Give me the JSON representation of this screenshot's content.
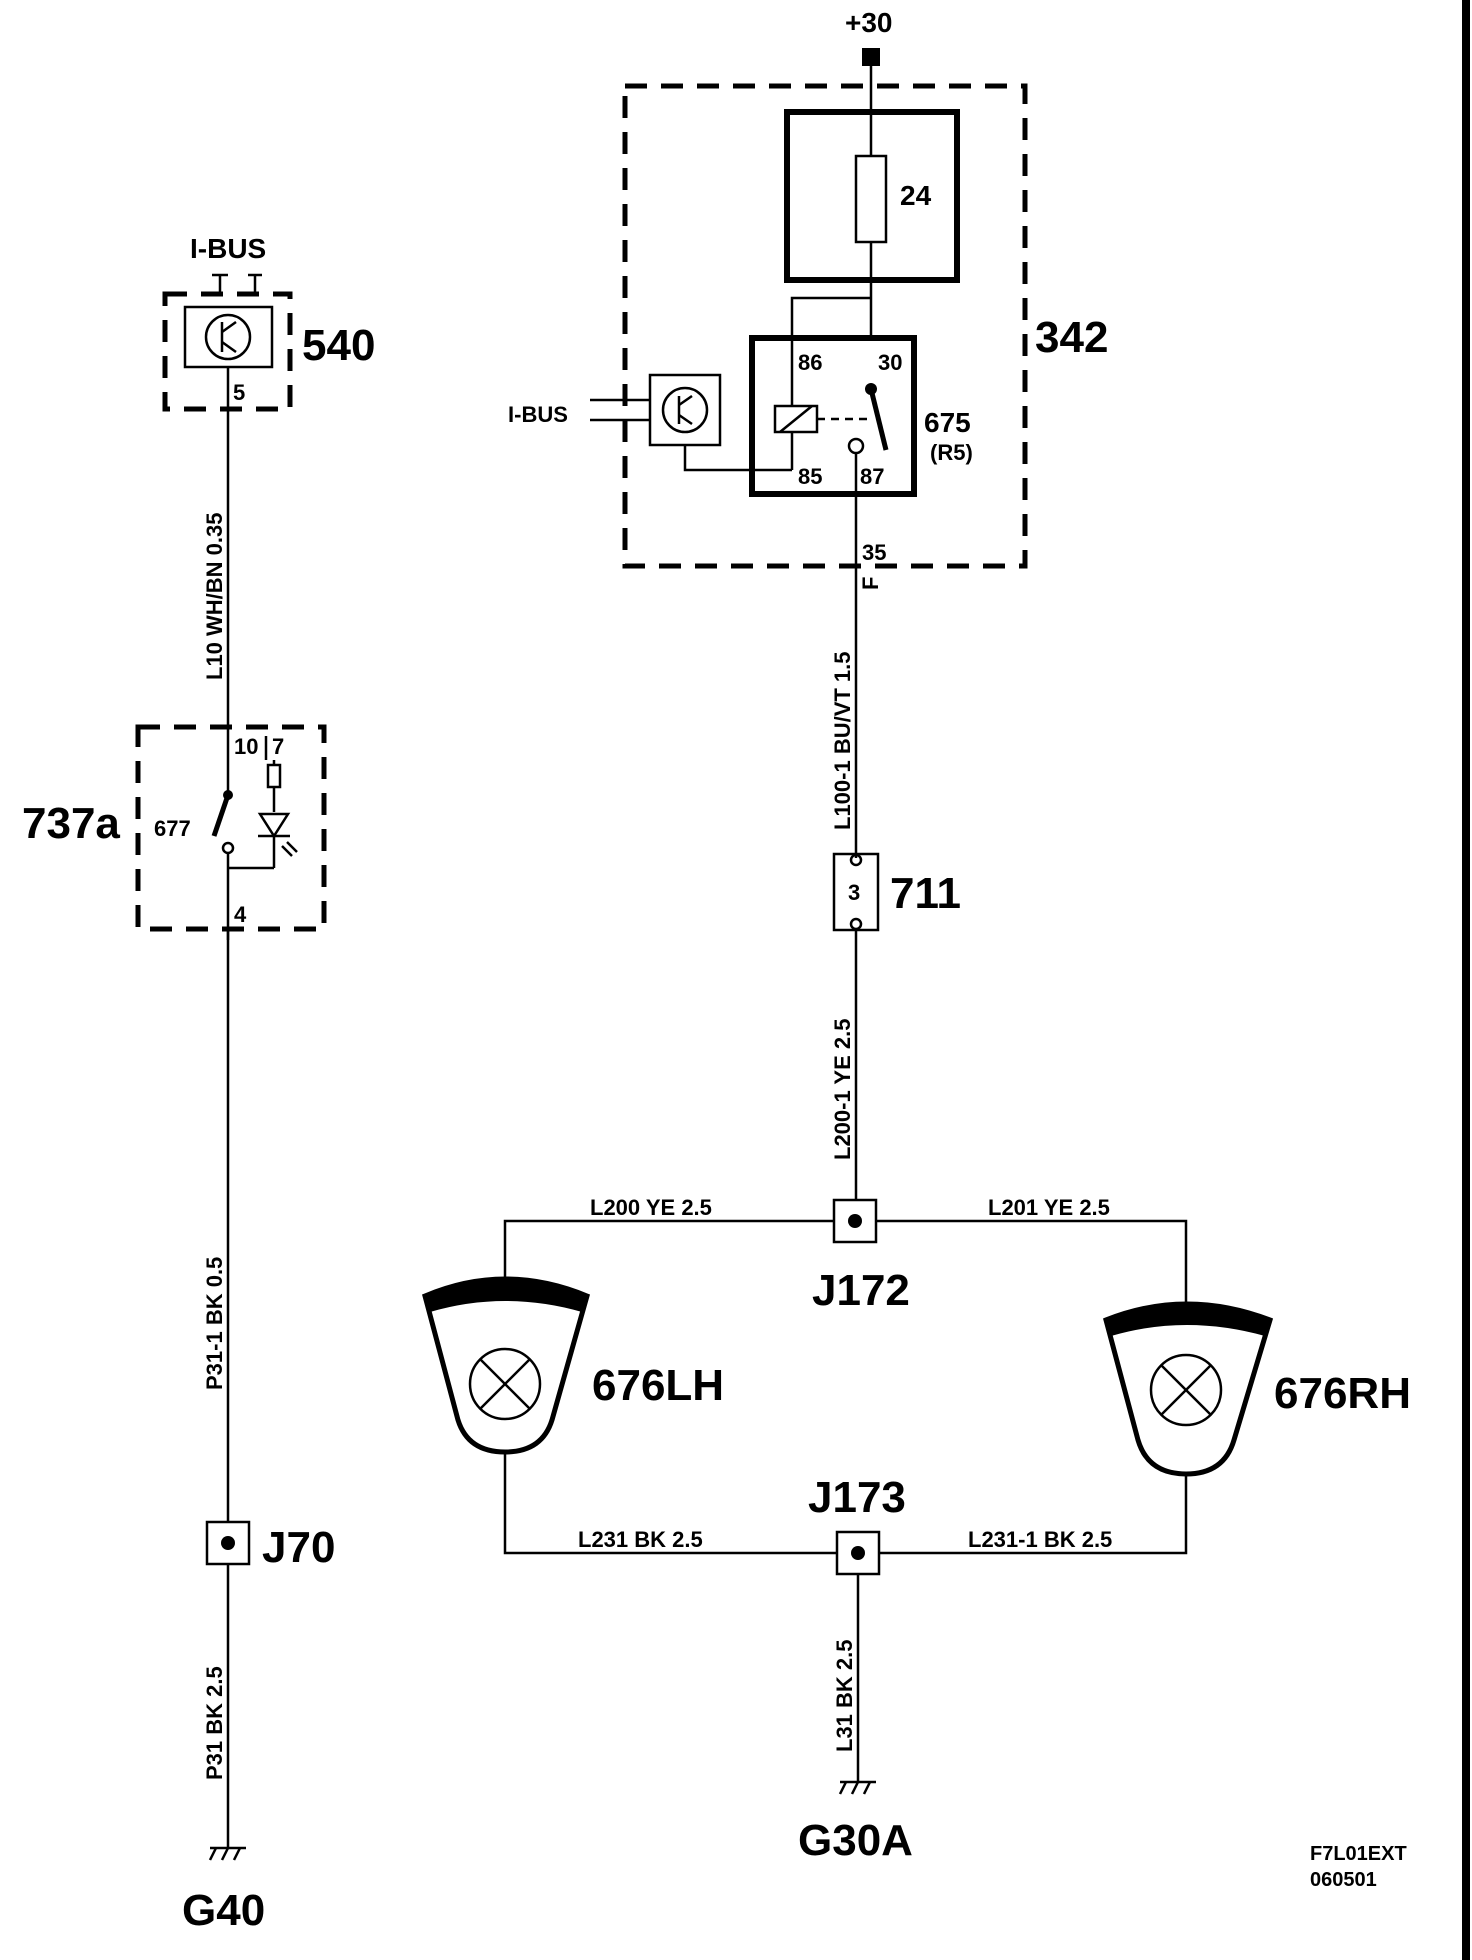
{
  "components": {
    "supply": "+30",
    "fuse_number": "24",
    "module_342": "342",
    "relay_label": "675",
    "relay_sub": "(R5)",
    "relay_pin_86": "86",
    "relay_pin_30": "30",
    "relay_pin_85": "85",
    "relay_pin_87": "87",
    "module_pin_35": "35",
    "module_pin_F": "F",
    "ibus_right": "I-BUS",
    "ibus_left": "I-BUS",
    "module_540": "540",
    "pin_540_5": "5",
    "switch_module": "737a",
    "switch_label": "677",
    "switch_pin_10": "10",
    "switch_pin_7": "7",
    "switch_pin_4": "4",
    "connector_711": "711",
    "connector_711_pin": "3",
    "junction_j172": "J172",
    "junction_j173": "J173",
    "junction_j70": "J70",
    "lamp_lh": "676LH",
    "lamp_rh": "676RH",
    "ground_g40": "G40",
    "ground_g30a": "G30A"
  },
  "wires": {
    "l10": "L10  WH/BN 0.35",
    "l100": "L100-1  BU/VT  1.5",
    "l200_1": "L200-1  YE   2.5",
    "l200": "L200  YE  2.5",
    "l201": "L201  YE  2.5",
    "l231": "L231  BK  2.5",
    "l231_1": "L231-1  BK  2.5",
    "l31": "L31  BK  2.5",
    "p31_1": "P31-1  BK  0.5",
    "p31": "P31  BK  2.5"
  },
  "footer": {
    "code": "F7L01EXT",
    "date": "060501"
  }
}
